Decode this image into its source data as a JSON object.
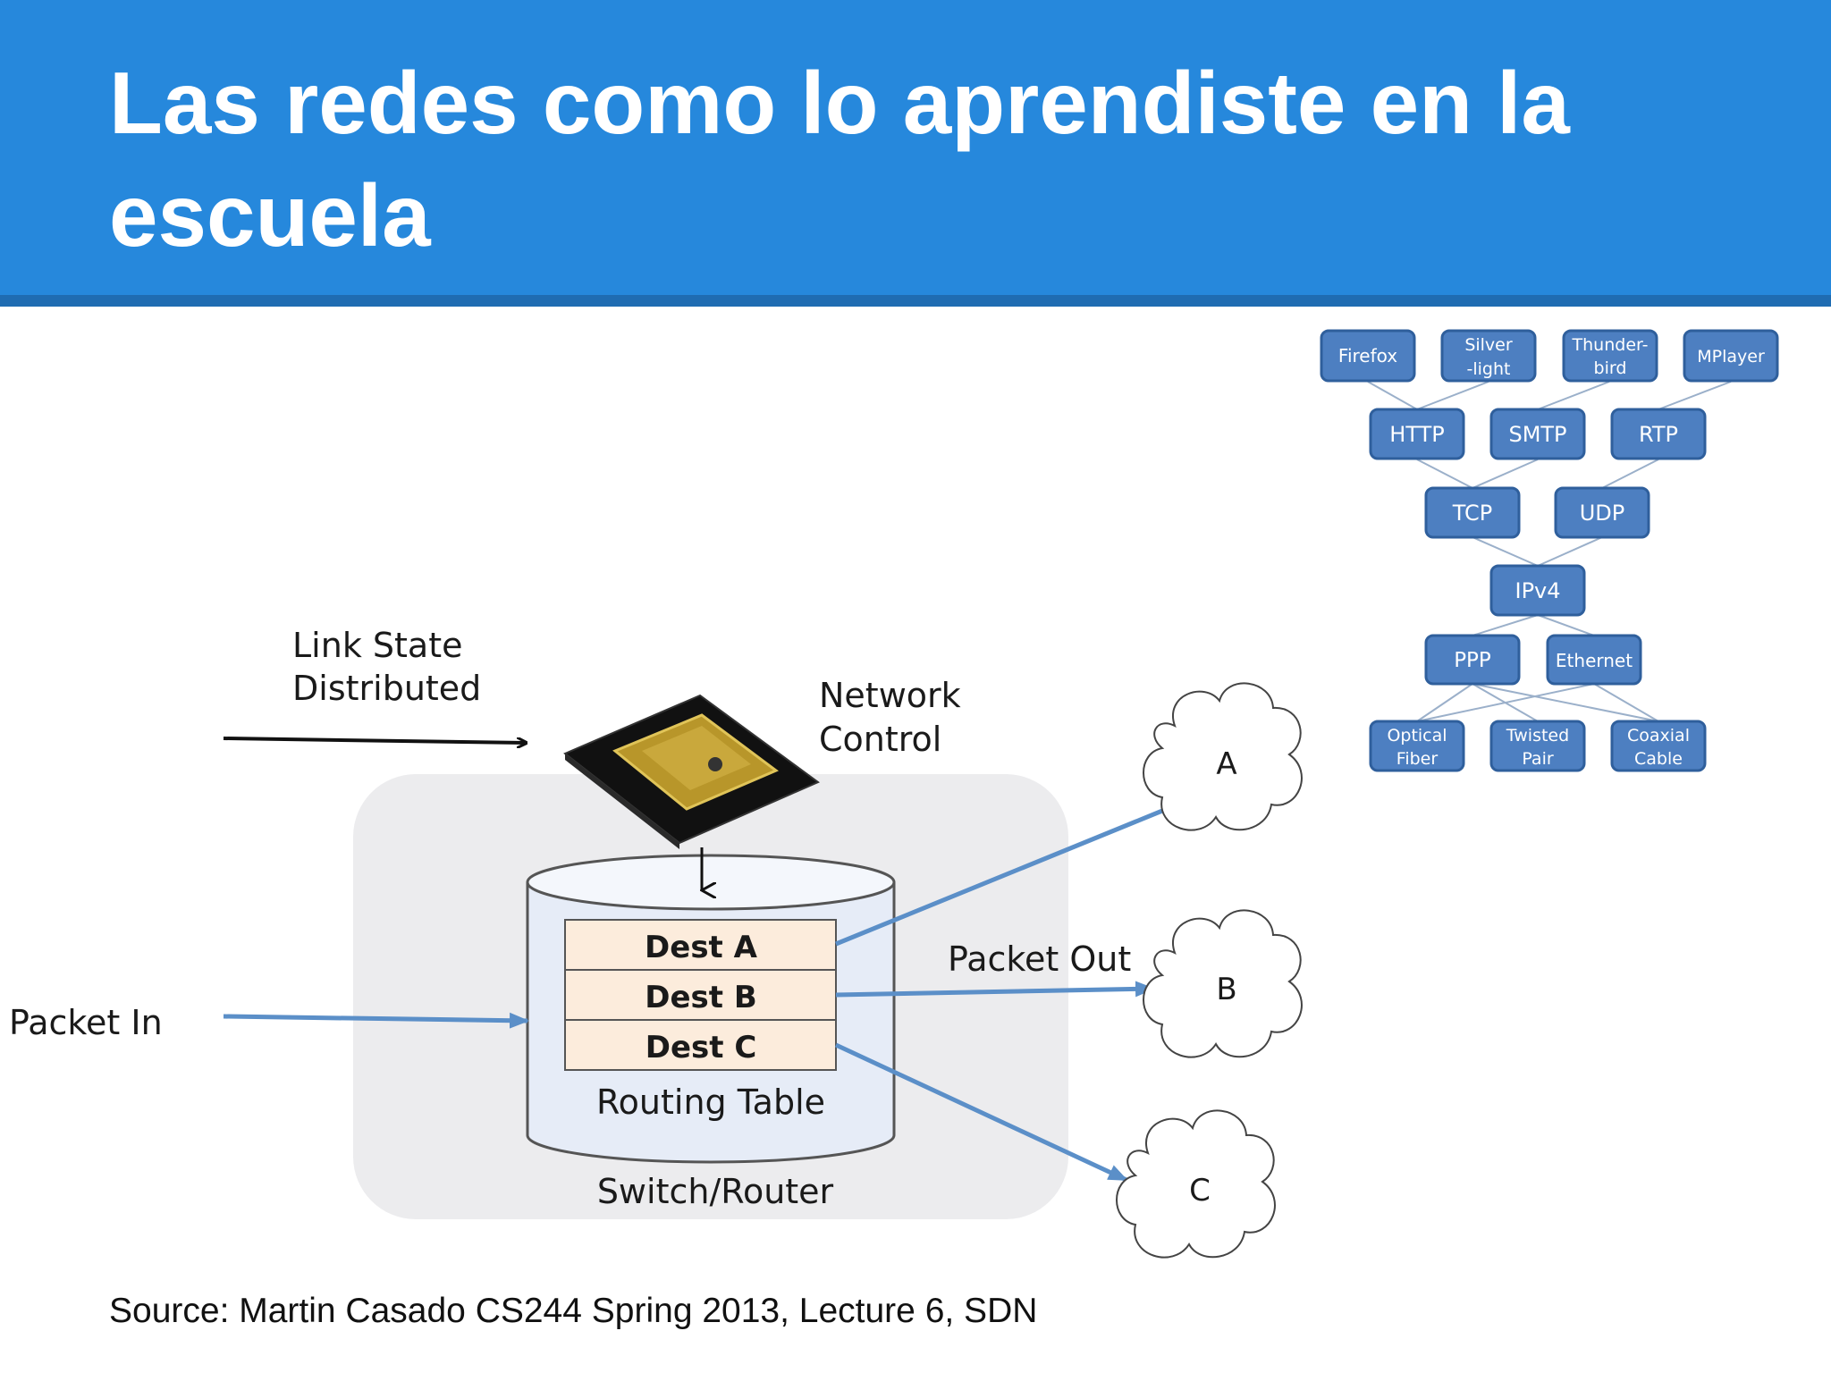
{
  "slide": {
    "title": "Las redes como lo aprendiste en la escuela",
    "source": "Source: Martin Casado CS244 Spring 2013, Lecture 6, SDN"
  },
  "router_diagram": {
    "link_state_line1": "Link State",
    "link_state_line2": "Distributed",
    "network_control_line1": "Network",
    "network_control_line2": "Control",
    "packet_in": "Packet In",
    "packet_out": "Packet Out",
    "routing_rows": [
      "Dest A",
      "Dest B",
      "Dest C"
    ],
    "routing_table_label": "Routing Table",
    "switch_router_label": "Switch/Router",
    "clouds": [
      "A",
      "B",
      "C"
    ]
  },
  "protocol_stack": {
    "applications": [
      "Firefox",
      "Silver -light",
      "Thunder- bird",
      "MPlayer"
    ],
    "application_protocols": [
      "HTTP",
      "SMTP",
      "RTP"
    ],
    "transport": [
      "TCP",
      "UDP"
    ],
    "network": [
      "IPv4"
    ],
    "link": [
      "PPP",
      "Ethernet"
    ],
    "physical": [
      "Optical Fiber",
      "Twisted Pair",
      "Coaxial Cable"
    ]
  },
  "colors": {
    "header_bg": "#2688dc",
    "header_border": "#1f6cb2",
    "stack_box": "#4d7fc1",
    "arrow_blue": "#5b8fc8",
    "routing_row_bg": "#fcecdc"
  }
}
